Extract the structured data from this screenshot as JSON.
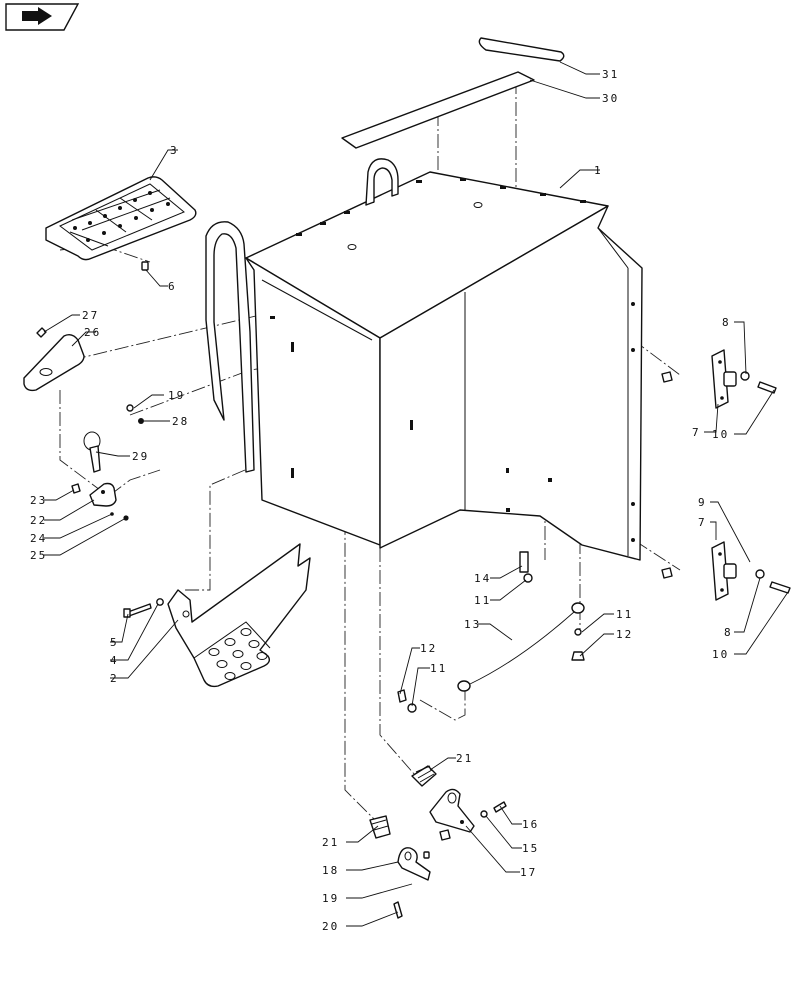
{
  "navigation": {
    "icon": "forward-arrow-icon"
  },
  "parts_diagram": {
    "callouts": [
      {
        "id": "c31",
        "number": "31"
      },
      {
        "id": "c30",
        "number": "30"
      },
      {
        "id": "c1",
        "number": "1"
      },
      {
        "id": "c3",
        "number": "3"
      },
      {
        "id": "c6",
        "number": "6"
      },
      {
        "id": "c27",
        "number": "27"
      },
      {
        "id": "c26",
        "number": "26"
      },
      {
        "id": "c19a",
        "number": "19"
      },
      {
        "id": "c28",
        "number": "28"
      },
      {
        "id": "c29",
        "number": "29"
      },
      {
        "id": "c23",
        "number": "23"
      },
      {
        "id": "c22",
        "number": "22"
      },
      {
        "id": "c24",
        "number": "24"
      },
      {
        "id": "c25",
        "number": "25"
      },
      {
        "id": "c5",
        "number": "5"
      },
      {
        "id": "c4",
        "number": "4"
      },
      {
        "id": "c2",
        "number": "2"
      },
      {
        "id": "c8a",
        "number": "8"
      },
      {
        "id": "c7a",
        "number": "7"
      },
      {
        "id": "c10a",
        "number": "10"
      },
      {
        "id": "c9",
        "number": "9"
      },
      {
        "id": "c7b",
        "number": "7"
      },
      {
        "id": "c8b",
        "number": "8"
      },
      {
        "id": "c10b",
        "number": "10"
      },
      {
        "id": "c14",
        "number": "14"
      },
      {
        "id": "c11a",
        "number": "11"
      },
      {
        "id": "c13",
        "number": "13"
      },
      {
        "id": "c11b",
        "number": "11"
      },
      {
        "id": "c12a",
        "number": "12"
      },
      {
        "id": "c12b",
        "number": "12"
      },
      {
        "id": "c11c",
        "number": "11"
      },
      {
        "id": "c21a",
        "number": "21"
      },
      {
        "id": "c16",
        "number": "16"
      },
      {
        "id": "c15",
        "number": "15"
      },
      {
        "id": "c17",
        "number": "17"
      },
      {
        "id": "c21b",
        "number": "21"
      },
      {
        "id": "c18",
        "number": "18"
      },
      {
        "id": "c19b",
        "number": "19"
      },
      {
        "id": "c20",
        "number": "20"
      }
    ]
  }
}
